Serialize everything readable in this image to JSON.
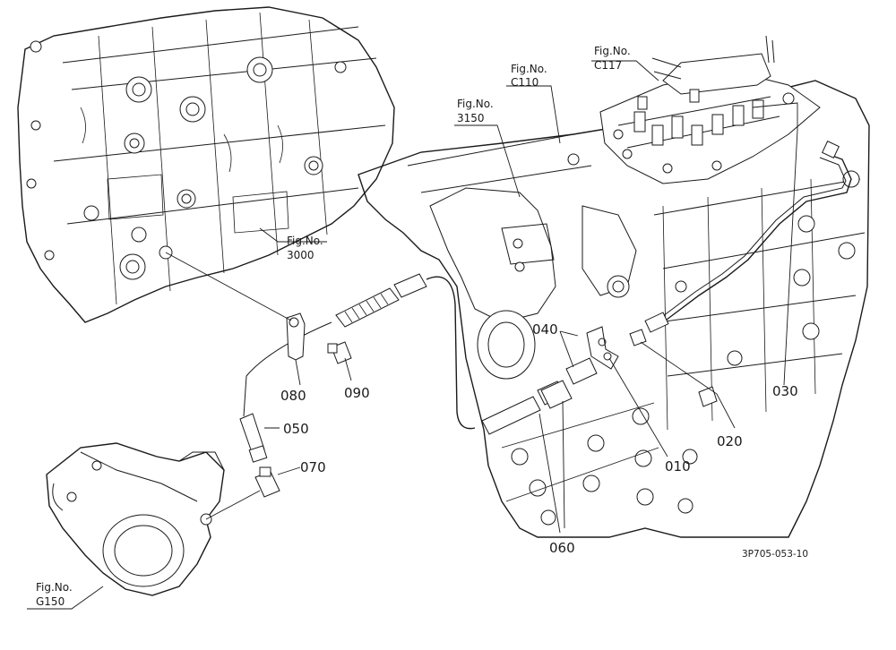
{
  "figure_refs": [
    {
      "id": "c117",
      "line1": "Fig.No.",
      "line2": "C117"
    },
    {
      "id": "c110",
      "line1": "Fig.No.",
      "line2": "C110"
    },
    {
      "id": "3150",
      "line1": "Fig.No.",
      "line2": "3150"
    },
    {
      "id": "3000",
      "line1": "Fig.No.",
      "line2": "3000"
    },
    {
      "id": "g150",
      "line1": "Fig.No.",
      "line2": "G150"
    }
  ],
  "part_numbers": {
    "p010": "010",
    "p020": "020",
    "p030": "030",
    "p040": "040",
    "p050": "050",
    "p060": "060",
    "p070": "070",
    "p080": "080",
    "p090": "090"
  },
  "drawing_code": "3P705-053-10"
}
